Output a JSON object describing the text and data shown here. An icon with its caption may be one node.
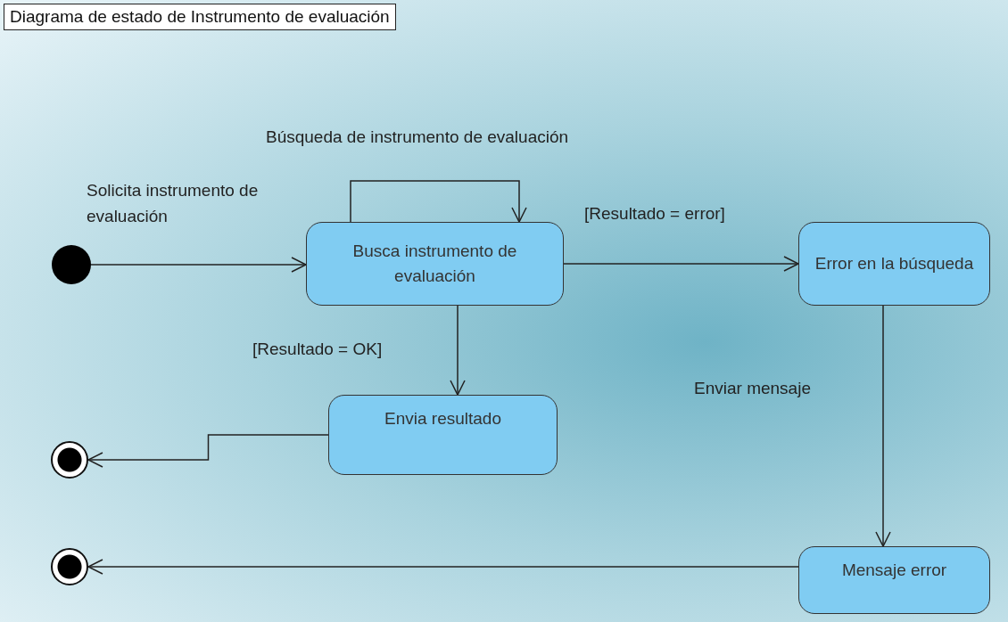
{
  "diagram": {
    "title": "Diagrama de estado de Instrumento de evaluación",
    "nodes": [
      {
        "text": [],
        "shape": "circle"
      },
      {
        "text": [
          "Busca instrumento de evaluación"
        ]
      },
      {
        "text": [
          "Error en la búsqueda"
        ]
      },
      {
        "text": [
          "Envia resultado"
        ]
      },
      {
        "text": [
          "Mensaje error"
        ]
      },
      {
        "text": [],
        "shape": "circle"
      },
      {
        "text": [],
        "shape": "circle"
      }
    ],
    "edges": [
      {
        "from": 0,
        "to": 1,
        "arrow": "to",
        "label": "Solicita instrumento de evaluación"
      },
      {
        "from": 1,
        "to": 1,
        "arrow": "to",
        "label": "Búsqueda de instrumento de evaluación"
      },
      {
        "from": 1,
        "to": 2,
        "arrow": "to",
        "label": "[Resultado = error]"
      },
      {
        "from": 1,
        "to": 3,
        "arrow": "to",
        "label": "[Resultado = OK]"
      },
      {
        "from": 2,
        "to": 4,
        "arrow": "to",
        "label": "Enviar mensaje"
      },
      {
        "from": 3,
        "to": 5,
        "arrow": "to"
      },
      {
        "from": 4,
        "to": 6,
        "arrow": "to"
      }
    ]
  }
}
